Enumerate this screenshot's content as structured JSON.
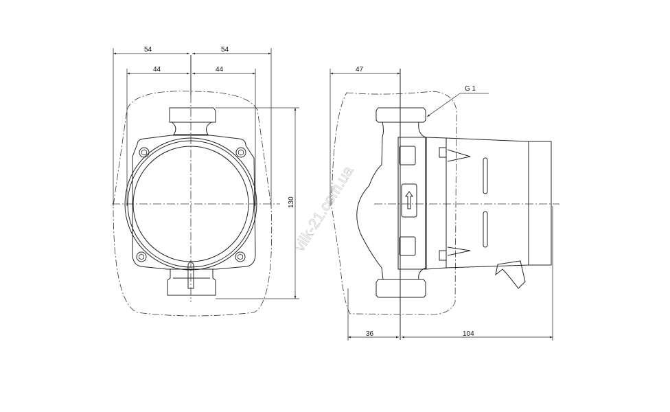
{
  "front_view": {
    "dim_outer_left": "54",
    "dim_outer_right": "54",
    "dim_inner_left": "44",
    "dim_inner_right": "44",
    "dim_height": "130"
  },
  "side_view": {
    "dim_top": "47",
    "dim_bottom_left": "36",
    "dim_bottom_right": "104",
    "thread_label": "G 1"
  },
  "watermark": "vilk-21.com.ua"
}
